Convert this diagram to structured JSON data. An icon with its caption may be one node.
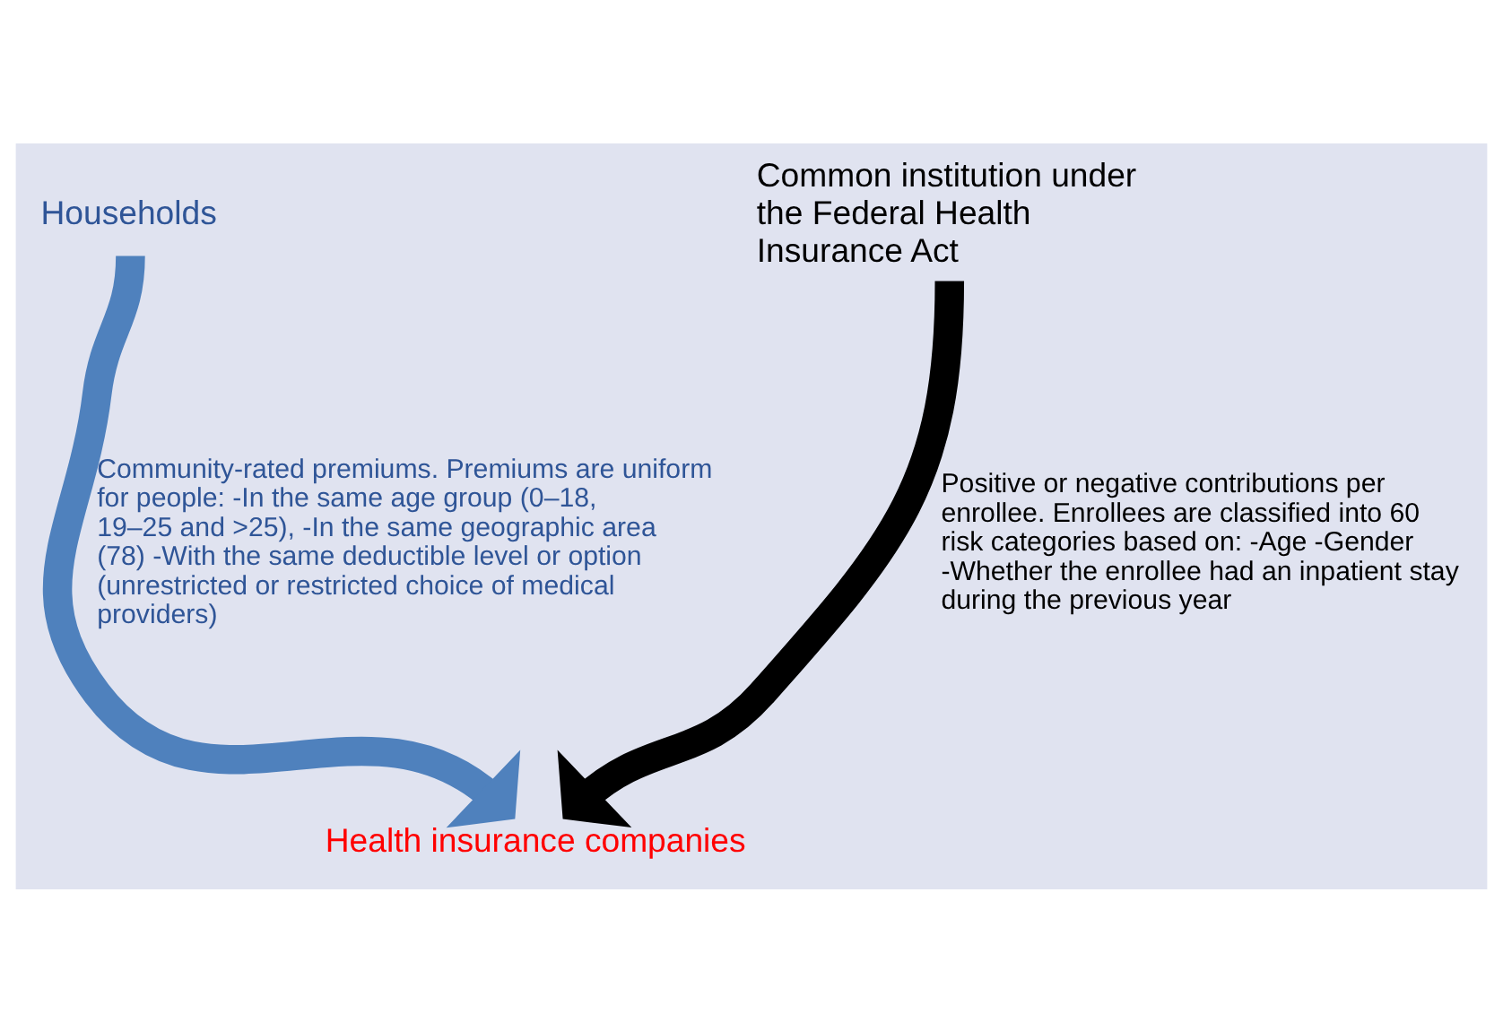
{
  "diagram": {
    "nodes": [
      {
        "text": [
          "Households"
        ]
      },
      {
        "text": [
          "Common institution under the Federal Health Insurance Act"
        ]
      },
      {
        "text": [
          "Health insurance companies"
        ]
      }
    ],
    "edges": [
      {
        "from": 0,
        "to": 2,
        "arrow": "to",
        "color": "#4f81bd",
        "label": "Community-rated premiums. Premiums are uniform for people: -In the same age group (0–18, 19–25 and >25), -In the same geographic area (78) -With the same deductible level or option (unrestricted or restricted choice of medical providers)"
      },
      {
        "from": 1,
        "to": 2,
        "arrow": "to",
        "color": "#000000",
        "label": "Positive or negative contributions per enrollee. Enrollees are classified into 60 risk categories based on: -Age -Gender -Whether the enrollee had an inpatient stay during the previous year"
      }
    ]
  }
}
